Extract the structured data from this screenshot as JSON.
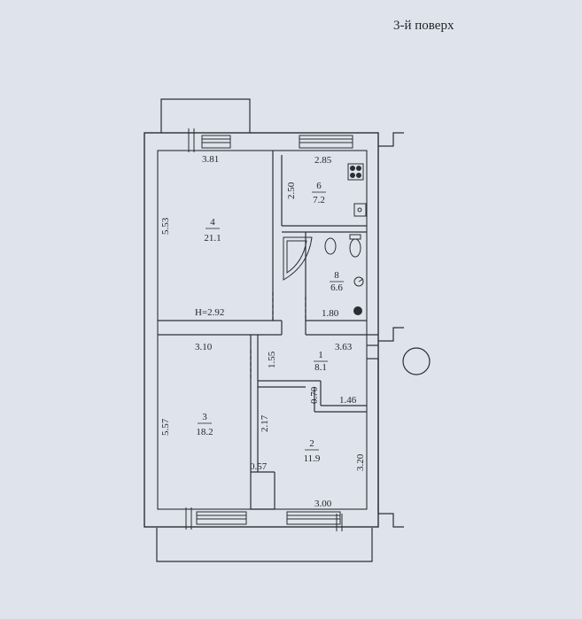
{
  "title": "3-й поверх",
  "height_label": "H=2.92",
  "rooms": [
    {
      "number": "1",
      "area": "8.1"
    },
    {
      "number": "2",
      "area": "11.9"
    },
    {
      "number": "3",
      "area": "18.2"
    },
    {
      "number": "4",
      "area": "21.1"
    },
    {
      "number": "6",
      "area": "7.2"
    },
    {
      "number": "8",
      "area": "6.6"
    }
  ],
  "dimensions": {
    "r4_width": "3.81",
    "r4_depth": "5.53",
    "r6_width": "2.85",
    "r6_depth": "2.50",
    "r8_width": "1.80",
    "r3_width": "3.10",
    "r3_depth": "5.57",
    "r1_width": "3.63",
    "r1_depth": "1.55",
    "r1_notch": "0.70",
    "r1_step": "1.46",
    "r2_depth_left": "2.17",
    "r2_wall": "0.57",
    "r2_width": "3.00",
    "r2_depth": "3.20"
  }
}
